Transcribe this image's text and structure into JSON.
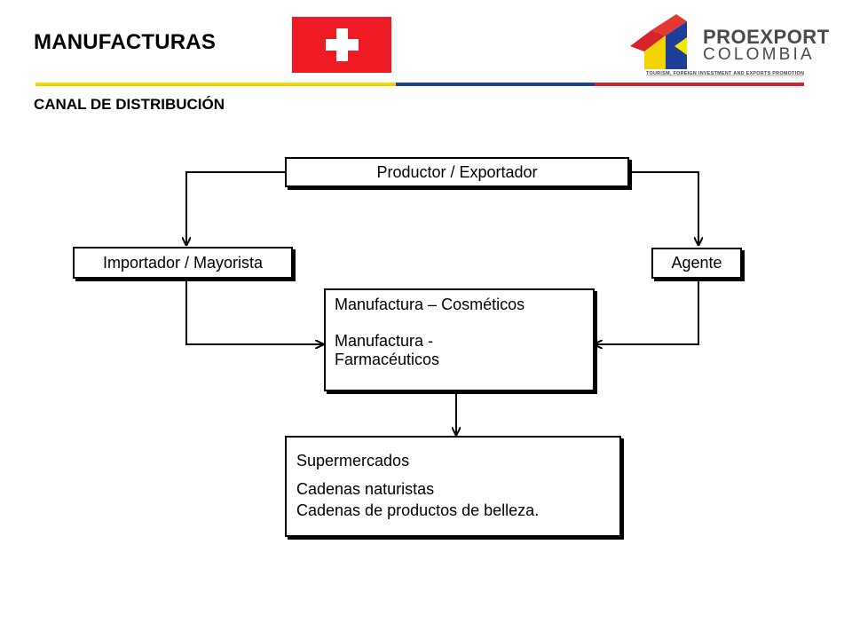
{
  "header": {
    "title": "MANUFACTURAS",
    "subtitle": "CANAL DE DISTRIBUCIÓN",
    "flag": "Switzerland",
    "colors": {
      "yellow": "#f7e600",
      "blue": "#1f3e99",
      "red": "#d8232a",
      "flag_red": "#ee1b24"
    }
  },
  "logo": {
    "name": "PROEXPORT",
    "country": "COLOMBIA",
    "tagline": "TOURISM, FOREIGN INVESTMENT AND EXPORTS PROMOTION"
  },
  "diagram": {
    "producer": "Productor / Exportador",
    "importer": "Importador / Mayorista",
    "agent": "Agente",
    "manufacture": {
      "line1": "Manufactura – Cosméticos",
      "line2a": "Manufactura -",
      "line2b": "Farmacéuticos"
    },
    "retail": {
      "line1": "Supermercados",
      "line2": "Cadenas naturistas",
      "line3": "Cadenas de productos de belleza."
    }
  }
}
